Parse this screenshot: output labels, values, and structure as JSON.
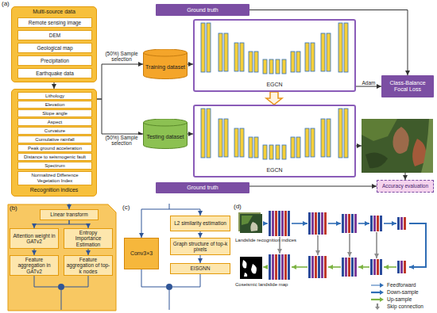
{
  "diagram": {
    "nodes": [
      {
        "text": [
          "Multi-source data"
        ]
      },
      {
        "text": [
          "Remote sensing image"
        ],
        "in": 0
      },
      {
        "text": [
          "DEM"
        ],
        "in": 0
      },
      {
        "text": [
          "Geological map"
        ],
        "in": 0
      },
      {
        "text": [
          "Precipitation"
        ],
        "in": 0
      },
      {
        "text": [
          "Earthquake data"
        ],
        "in": 0
      },
      {
        "text": [
          "Recognition indices"
        ]
      },
      {
        "text": [
          "Lithology"
        ],
        "in": 6
      },
      {
        "text": [
          "Elevation"
        ],
        "in": 6
      },
      {
        "text": [
          "Slope angle"
        ],
        "in": 6
      },
      {
        "text": [
          "Aspect"
        ],
        "in": 6
      },
      {
        "text": [
          "Curvature"
        ],
        "in": 6
      },
      {
        "text": [
          "Cumulative rainfall"
        ],
        "in": 6
      },
      {
        "text": [
          "Peak ground acceleration"
        ],
        "in": 6
      },
      {
        "text": [
          "Distance to seismogenic fault"
        ],
        "in": 6
      },
      {
        "text": [
          "Spectrum"
        ],
        "in": 6
      },
      {
        "text": [
          "Normalized Difference Vegetation Index"
        ],
        "in": 6
      },
      {
        "text": [
          "Ground truth"
        ]
      },
      {
        "text": [
          "Training dataset"
        ]
      },
      {
        "text": [
          "EGCN"
        ]
      },
      {
        "text": [
          "Class-Balance Focal Loss"
        ]
      },
      {
        "text": [
          "Testing dataset"
        ]
      },
      {
        "text": [
          "EGCN"
        ]
      },
      {
        "text": [
          "Ground truth"
        ]
      },
      {
        "text": [
          "Accuracy evaluation"
        ]
      },
      {
        "text": [
          "Linear transform"
        ]
      },
      {
        "text": [
          "Attention weight in GATv2"
        ]
      },
      {
        "text": [
          "Entropy Importance Estimation"
        ]
      },
      {
        "text": [
          "Feature aggregation in GATv2"
        ]
      },
      {
        "text": [
          "Feature aggregation of top-k nodes"
        ]
      },
      {
        "text": [
          "Conv3×3"
        ]
      },
      {
        "text": [
          "L2 similarity estimation"
        ]
      },
      {
        "text": [
          "Graph structure of top-k pixels"
        ]
      },
      {
        "text": [
          "EISGNN"
        ]
      }
    ],
    "edges": [
      {
        "from": 0,
        "to": 6,
        "arrow": "to"
      },
      {
        "from": 6,
        "to": 18,
        "label": "(50%) Sample selection",
        "arrow": "to"
      },
      {
        "from": 6,
        "to": 21,
        "label": "(50%) Sample selection",
        "arrow": "to"
      },
      {
        "from": 18,
        "to": 19,
        "arrow": "to"
      },
      {
        "from": 17,
        "to": 20,
        "arrow": "to"
      },
      {
        "from": 19,
        "to": 20,
        "label": "Adam",
        "arrow": "to"
      },
      {
        "from": 19,
        "to": 22,
        "arrow": "to"
      },
      {
        "from": 21,
        "to": 22,
        "arrow": "to"
      },
      {
        "from": 23,
        "to": 24,
        "arrow": "to"
      },
      {
        "from": 25,
        "to": 26,
        "arrow": "to"
      },
      {
        "from": 25,
        "to": 27,
        "arrow": "to"
      },
      {
        "from": 26,
        "to": 28,
        "arrow": "to"
      },
      {
        "from": 27,
        "to": 29,
        "arrow": "to"
      },
      {
        "from": 31,
        "to": 32,
        "arrow": "to"
      },
      {
        "from": 32,
        "to": 33,
        "arrow": "to"
      }
    ],
    "labels": [
      "(a)",
      "(b)",
      "(c)",
      "(d)",
      "Landslide recognition indices",
      "Coseismic landslide map"
    ],
    "legend": [
      {
        "text": "Feedforward"
      },
      {
        "text": "Down-sample"
      },
      {
        "text": "Up-sample"
      },
      {
        "text": "Skip connection"
      }
    ]
  }
}
